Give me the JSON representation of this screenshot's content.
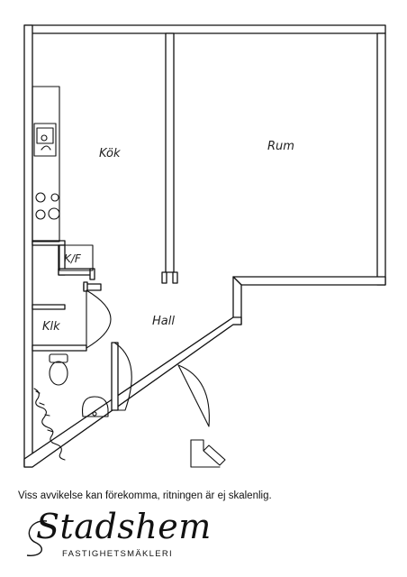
{
  "rooms": {
    "kok": "Kök",
    "rum": "Rum",
    "kf": "K/F",
    "klk": "Klk",
    "hall": "Hall"
  },
  "disclaimer": "Viss avvikelse kan förekomma, ritningen är ej skalenlig.",
  "brand": {
    "name": "Stadshem",
    "subtitle": "FASTIGHETSMÄKLERI"
  }
}
